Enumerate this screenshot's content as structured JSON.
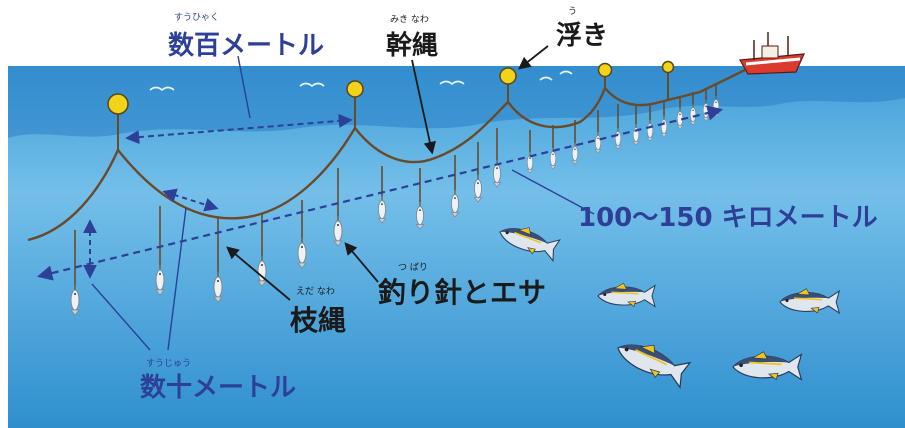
{
  "labels": {
    "hundreds_m": {
      "text": "数百メートル",
      "ruby": "すうひゃく"
    },
    "main_line": {
      "text": "幹縄",
      "ruby": "みき なわ"
    },
    "float": {
      "text": "浮き",
      "ruby": "う"
    },
    "length": {
      "text": "100〜150 キロメートル"
    },
    "hooks_bait": {
      "text": "釣り針とエサ",
      "ruby": "つ   ばり"
    },
    "branch_line": {
      "text": "枝縄",
      "ruby": "えだ なわ"
    },
    "tens_m": {
      "text": "数十メートル",
      "ruby": "すうじゅう"
    }
  },
  "colors": {
    "sky": "#ffffff",
    "sea_top": "#4aa8dc",
    "sea_bottom": "#8ccdf0",
    "rope": "#6b4a2a",
    "float": "#f2d21b",
    "label_blue": "#2e3f98",
    "arrow_dashed": "#2e3f98"
  }
}
